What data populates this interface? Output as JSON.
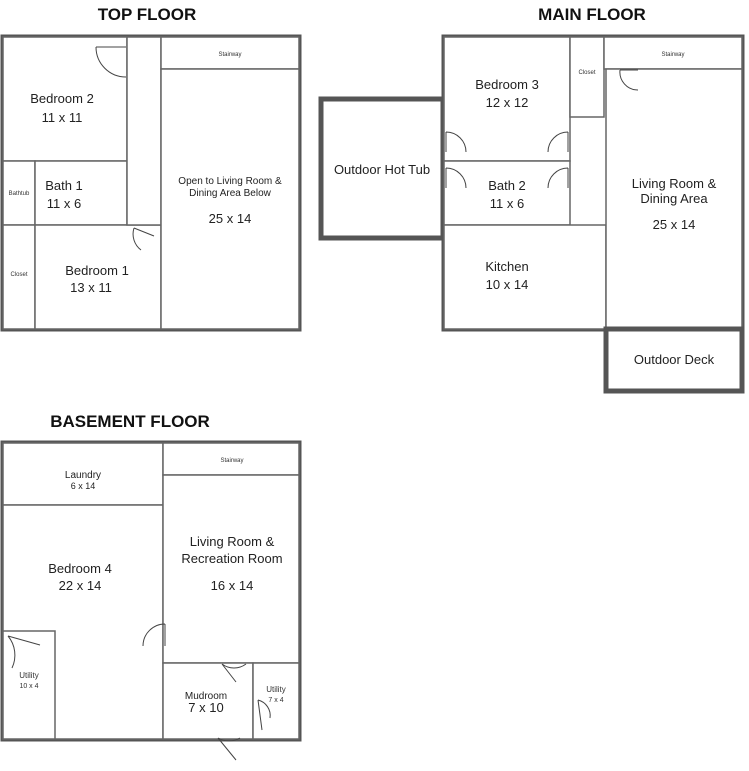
{
  "floors": {
    "top": {
      "title": "TOP FLOOR",
      "rooms": {
        "bedroom2": {
          "name": "Bedroom 2",
          "dim": "11 x 11"
        },
        "bathtub": {
          "name": "Bathtub"
        },
        "bath1": {
          "name": "Bath 1",
          "dim": "11 x 6"
        },
        "closet": {
          "name": "Closet"
        },
        "bedroom1": {
          "name": "Bedroom 1",
          "dim": "13 x 11"
        },
        "stairway": {
          "name": "Stairway"
        },
        "open": {
          "line1": "Open to Living Room &",
          "line2": "Dining Area Below",
          "dim": "25 x 14"
        }
      }
    },
    "main": {
      "title": "MAIN FLOOR",
      "rooms": {
        "hottub": {
          "name": "Outdoor Hot Tub"
        },
        "bedroom3": {
          "name": "Bedroom 3",
          "dim": "12 x 12"
        },
        "closet": {
          "name": "Closet"
        },
        "stairway": {
          "name": "Stairway"
        },
        "bath2": {
          "name": "Bath 2",
          "dim": "11 x 6"
        },
        "living": {
          "line1": "Living Room &",
          "line2": "Dining Area",
          "dim": "25 x 14"
        },
        "kitchen": {
          "name": "Kitchen",
          "dim": "10 x 14"
        },
        "deck": {
          "name": "Outdoor Deck"
        }
      }
    },
    "basement": {
      "title": "BASEMENT FLOOR",
      "rooms": {
        "laundry": {
          "name": "Laundry",
          "dim": "6 x 14"
        },
        "stairway": {
          "name": "Stairway"
        },
        "bedroom4": {
          "name": "Bedroom 4",
          "dim": "22 x 14"
        },
        "living": {
          "line1": "Living Room &",
          "line2": "Recreation Room",
          "dim": "16 x 14"
        },
        "utility1": {
          "name": "Utility",
          "dim": "10 x 4"
        },
        "mudroom": {
          "name": "Mudroom",
          "dim": "7 x 10"
        },
        "utility2": {
          "name": "Utility",
          "dim": "7 x 4"
        }
      }
    }
  }
}
